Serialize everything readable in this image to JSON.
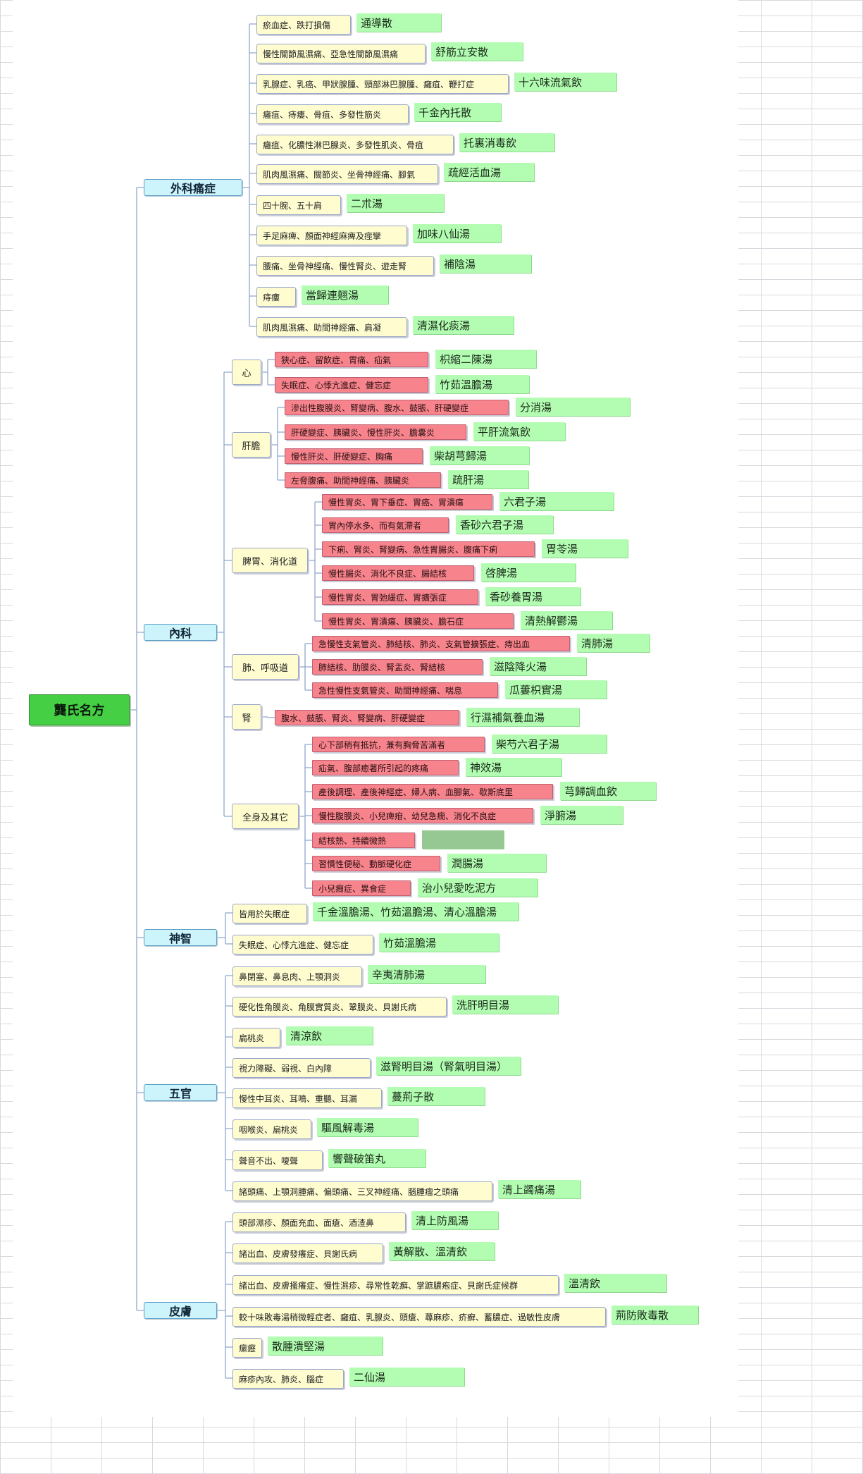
{
  "root": "龔氏名方",
  "categories": [
    {
      "name": "外科痛症",
      "items": [
        {
          "symptom": "瘀血症、跌打損傷",
          "formula": "通導散"
        },
        {
          "symptom": "慢性關節風濕痛、亞急性關節風濕痛",
          "formula": "舒筋立安散"
        },
        {
          "symptom": "乳腺症、乳癌、甲狀腺腫、頸部淋巴腺腫、癰疽、鞭打症",
          "formula": "十六味流氣飲"
        },
        {
          "symptom": "癰疽、痔瘻、骨疽、多發性筋炎",
          "formula": "千金內托散"
        },
        {
          "symptom": "癰疽、化膿性淋巴腺炎、多發性肌炎、骨疽",
          "formula": "托裏消毒飲"
        },
        {
          "symptom": "肌肉風濕痛、關節炎、坐骨神經痛、腳氣",
          "formula": "疏經活血湯"
        },
        {
          "symptom": "四十腕、五十肩",
          "formula": "二朮湯"
        },
        {
          "symptom": "手足麻痺、顏面神經麻痺及痙攣",
          "formula": "加味八仙湯"
        },
        {
          "symptom": "腰痛、坐骨神經痛、慢性腎炎、遊走腎",
          "formula": "補陰湯"
        },
        {
          "symptom": "痔瘻",
          "formula": "當歸連翹湯"
        },
        {
          "symptom": "肌肉風濕痛、助間神經痛、肩凝",
          "formula": "清濕化痰湯"
        }
      ]
    },
    {
      "name": "內科",
      "groups": [
        {
          "name": "心",
          "items": [
            {
              "symptom": "狹心症、留飲症、胃痛、疝氣",
              "formula": "枳縮二陳湯"
            },
            {
              "symptom": "失眠症、心悸亢進症、健忘症",
              "formula": "竹茹溫膽湯"
            }
          ]
        },
        {
          "name": "肝膽",
          "items": [
            {
              "symptom": "滲出性腹膜炎、腎變病、腹水、鼓脹、肝硬變症",
              "formula": "分消湯"
            },
            {
              "symptom": "肝硬變症、胰臟炎、慢性肝炎、膽囊炎",
              "formula": "平肝流氣飲"
            },
            {
              "symptom": "慢性肝炎、肝硬變症、胸痛",
              "formula": "柴胡芎歸湯"
            },
            {
              "symptom": "左脅腹痛、助間神經痛、胰臟炎",
              "formula": "疏肝湯"
            }
          ]
        },
        {
          "name": "脾胃、消化道",
          "items": [
            {
              "symptom": "慢性胃炎、胃下垂症、胃癌、胃潰瘍",
              "formula": "六君子湯"
            },
            {
              "symptom": "胃內停水多、而有氣滯者",
              "formula": "香砂六君子湯"
            },
            {
              "symptom": "下痢、腎炎、腎變病、急性胃腸炎、腹痛下痢",
              "formula": "胃苓湯"
            },
            {
              "symptom": "慢性腸炎、消化不良症、腸結核",
              "formula": "啓脾湯"
            },
            {
              "symptom": "慢性胃炎、胃弛緩症、胃擴張症",
              "formula": "香砂養胃湯"
            },
            {
              "symptom": "慢性胃炎、胃潰瘍、胰臟炎、膽石症",
              "formula": "清熱解鬱湯"
            }
          ]
        },
        {
          "name": "肺、呼吸道",
          "items": [
            {
              "symptom": "急慢性支氣管炎、肺結核、肺炎、支氣管擴張症、痔出血",
              "formula": "清肺湯"
            },
            {
              "symptom": "肺結核、肋膜炎、腎盂炎、腎結核",
              "formula": "滋陰降火湯"
            },
            {
              "symptom": "急性慢性支氣管炎、助間神經痛、喘息",
              "formula": "瓜蔞枳實湯"
            }
          ]
        },
        {
          "name": "腎",
          "items": [
            {
              "symptom": "腹水、鼓脹、腎炎、腎變病、肝硬變症",
              "formula": "行濕補氣養血湯"
            }
          ]
        },
        {
          "name": "全身及其它",
          "items": [
            {
              "symptom": "心下部稍有抵抗，兼有胸脅苦滿者",
              "formula": "柴芍六君子湯"
            },
            {
              "symptom": "疝氣、腹部癒著所引起的疼痛",
              "formula": "神效湯"
            },
            {
              "symptom": "產後調理、產後神經症、婦人病、血腳氣、歇斯底里",
              "formula": "芎歸調血飲"
            },
            {
              "symptom": "慢性腹膜炎、小兒痺疳、幼兒急癇、消化不良症",
              "formula": "淨腑湯"
            },
            {
              "symptom": "結核熱、持續微熱",
              "formula": ""
            },
            {
              "symptom": "習慣性便秘、動脈硬化症",
              "formula": "潤腸湯"
            },
            {
              "symptom": "小兒癇症、異食症",
              "formula": "治小兒愛吃泥方"
            }
          ]
        }
      ]
    },
    {
      "name": "神智",
      "items": [
        {
          "symptom": "皆用於失眠症",
          "formula": "千金溫膽湯、竹茹溫膽湯、清心溫膽湯"
        },
        {
          "symptom": "失眠症、心悸亢進症、健忘症",
          "formula": "竹茹溫膽湯"
        }
      ]
    },
    {
      "name": "五官",
      "items": [
        {
          "symptom": "鼻閉塞、鼻息肉、上顎洞炎",
          "formula": "辛夷清肺湯"
        },
        {
          "symptom": "硬化性角膜炎、角膜實質炎、鞏膜炎、貝謝氏病",
          "formula": "洗肝明目湯"
        },
        {
          "symptom": "扁桃炎",
          "formula": "清涼飲"
        },
        {
          "symptom": "視力障礙、弱視、白內障",
          "formula": "滋腎明目湯（腎氣明目湯）"
        },
        {
          "symptom": "慢性中耳炎、耳鳴、重聽、耳漏",
          "formula": "蔓荊子散"
        },
        {
          "symptom": "咽喉炎、扁桃炎",
          "formula": "驅風解毒湯"
        },
        {
          "symptom": "聲音不出、嗄聲",
          "formula": "響聲破笛丸"
        },
        {
          "symptom": "諸頭痛、上顎洞腫痛、偏頭痛、三叉神經痛、腦腫瘤之頭痛",
          "formula": "清上蠲痛湯"
        }
      ]
    },
    {
      "name": "皮膚",
      "items": [
        {
          "symptom": "頭部濕疹、顏面充血、面瘡、酒渣鼻",
          "formula": "清上防風湯"
        },
        {
          "symptom": "諸出血、皮膚發癢症、貝謝氏病",
          "formula": "黃解散、溫清飲"
        },
        {
          "symptom": "諸出血、皮膚搔癢症、慢性濕疹、尋常性乾癬、掌蹠膿疱症、貝謝氏症候群",
          "formula": "溫清飲"
        },
        {
          "symptom": "較十味敗毒湯稍微輕症者、癰疽、乳腺炎、頭瘡、蕁麻疹、疥癬、蓄膿症、過敏性皮膚",
          "formula": "荊防敗毒散"
        },
        {
          "symptom": "瘰癧",
          "formula": "散腫潰堅湯"
        },
        {
          "symptom": "麻疹內攻、肺炎、腦症",
          "formula": "二仙湯"
        }
      ]
    }
  ]
}
